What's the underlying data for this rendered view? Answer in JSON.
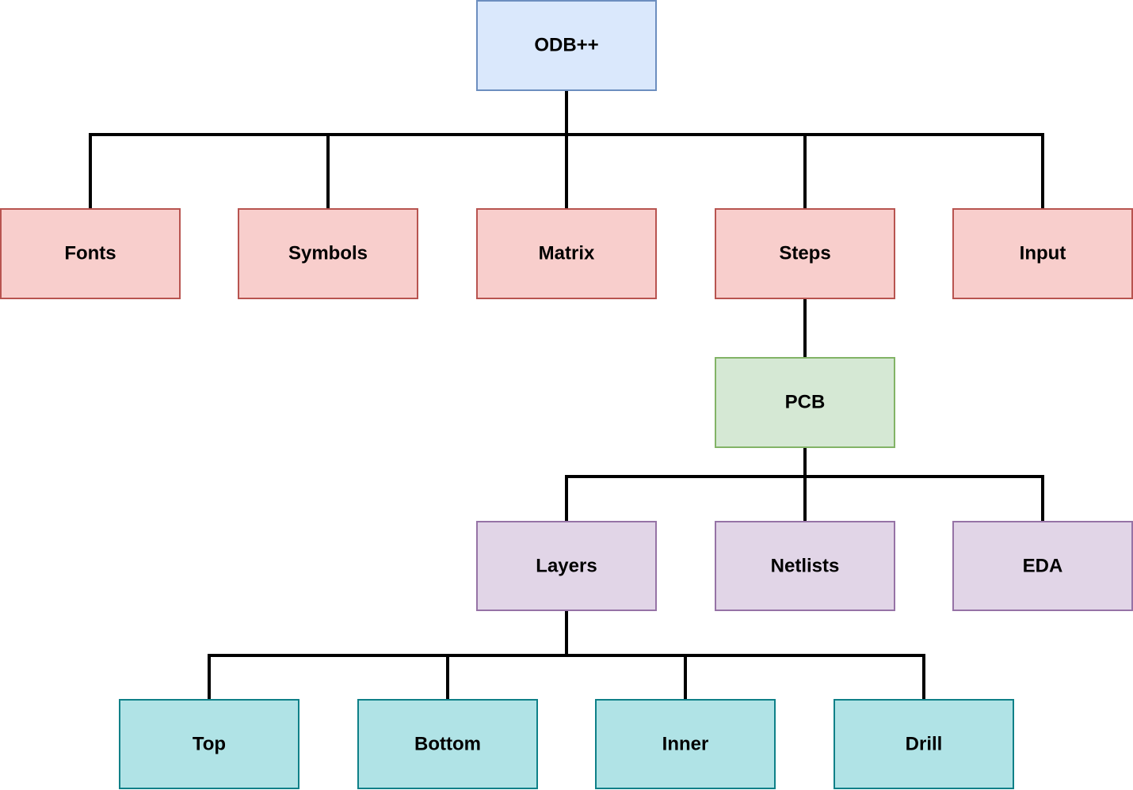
{
  "diagram": {
    "type": "tree",
    "nodes": {
      "odb": "ODB++",
      "fonts": "Fonts",
      "symbols": "Symbols",
      "matrix": "Matrix",
      "steps": "Steps",
      "input": "Input",
      "pcb": "PCB",
      "layers": "Layers",
      "netlists": "Netlists",
      "eda": "EDA",
      "top": "Top",
      "bottom": "Bottom",
      "inner": "Inner",
      "drill": "Drill"
    },
    "edges": [
      [
        "odb",
        "fonts"
      ],
      [
        "odb",
        "symbols"
      ],
      [
        "odb",
        "matrix"
      ],
      [
        "odb",
        "steps"
      ],
      [
        "odb",
        "input"
      ],
      [
        "steps",
        "pcb"
      ],
      [
        "pcb",
        "layers"
      ],
      [
        "pcb",
        "netlists"
      ],
      [
        "pcb",
        "eda"
      ],
      [
        "layers",
        "top"
      ],
      [
        "layers",
        "bottom"
      ],
      [
        "layers",
        "inner"
      ],
      [
        "layers",
        "drill"
      ]
    ],
    "colors": {
      "root_fill": "#dae8fc",
      "root_stroke": "#6c8ebf",
      "level1_fill": "#f8cecc",
      "level1_stroke": "#b85450",
      "level2_fill": "#d5e8d4",
      "level2_stroke": "#82b366",
      "level3_fill": "#e1d5e7",
      "level3_stroke": "#9673a6",
      "level4_fill": "#b0e3e6",
      "level4_stroke": "#0e8088",
      "connector": "#000000"
    }
  }
}
